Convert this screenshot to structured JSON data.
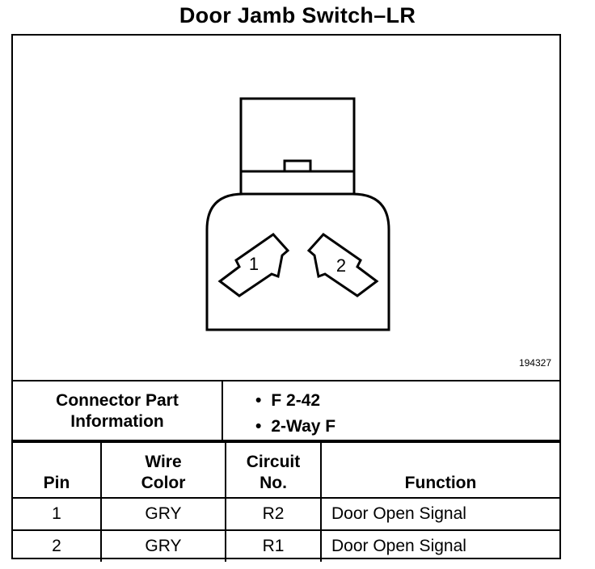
{
  "title": "Door Jamb Switch–LR",
  "figure_id": "194327",
  "pins": [
    "1",
    "2"
  ],
  "connector_info": {
    "label_line1": "Connector Part",
    "label_line2": "Information",
    "values": [
      "F 2-42",
      "2-Way F"
    ]
  },
  "table": {
    "headers": {
      "pin": "Pin",
      "wire_color_1": "Wire",
      "wire_color_2": "Color",
      "circuit_1": "Circuit",
      "circuit_2": "No.",
      "function": "Function"
    },
    "rows": [
      {
        "pin": "1",
        "wire_color": "GRY",
        "circuit": "R2",
        "function": "Door Open Signal"
      },
      {
        "pin": "2",
        "wire_color": "GRY",
        "circuit": "R1",
        "function": "Door Open Signal"
      }
    ]
  }
}
